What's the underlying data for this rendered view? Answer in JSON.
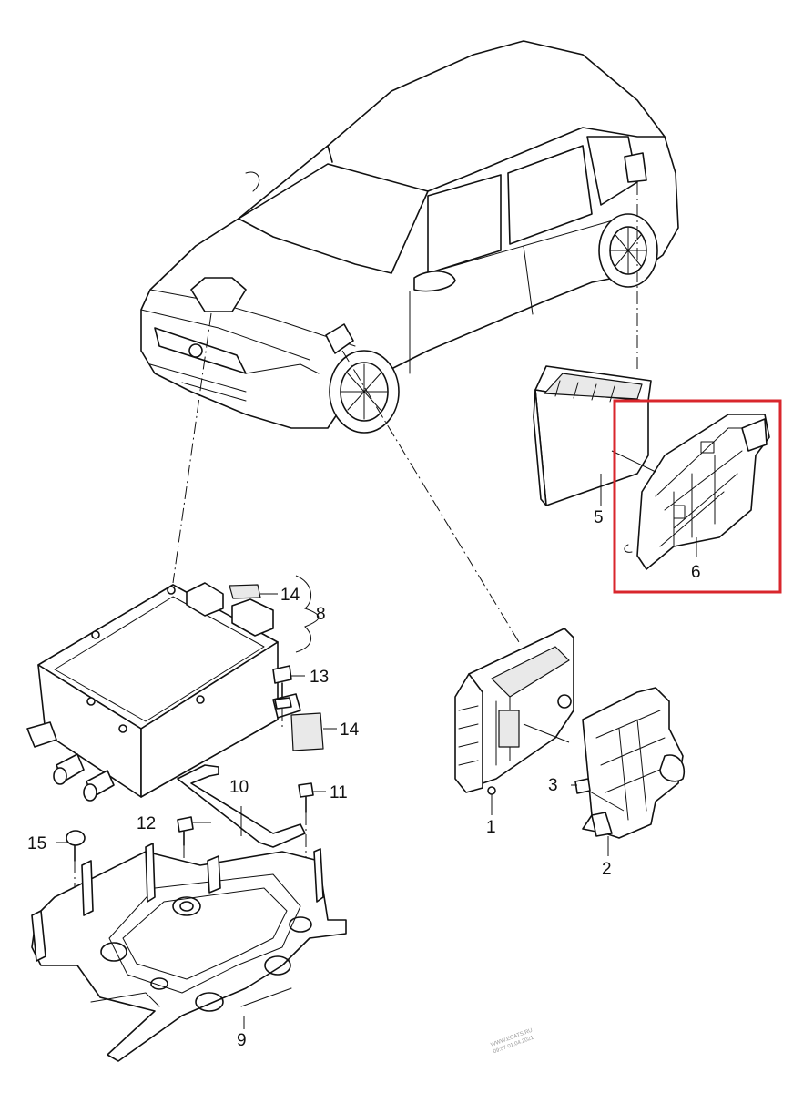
{
  "diagram": {
    "part_labels": [
      {
        "id": "p1",
        "text": "1"
      },
      {
        "id": "p2",
        "text": "2"
      },
      {
        "id": "p3",
        "text": "3"
      },
      {
        "id": "p5",
        "text": "5"
      },
      {
        "id": "p6",
        "text": "6"
      },
      {
        "id": "p8",
        "text": "8"
      },
      {
        "id": "p9",
        "text": "9"
      },
      {
        "id": "p10",
        "text": "10"
      },
      {
        "id": "p11",
        "text": "11"
      },
      {
        "id": "p12",
        "text": "12"
      },
      {
        "id": "p13",
        "text": "13"
      },
      {
        "id": "p14a",
        "text": "14"
      },
      {
        "id": "p14b",
        "text": "14"
      },
      {
        "id": "p15",
        "text": "15"
      }
    ],
    "watermark": {
      "line1": "WWW.ECATS.RU",
      "line2": "09:57 01.04.2021"
    },
    "highlight_color": "#d9262c"
  }
}
